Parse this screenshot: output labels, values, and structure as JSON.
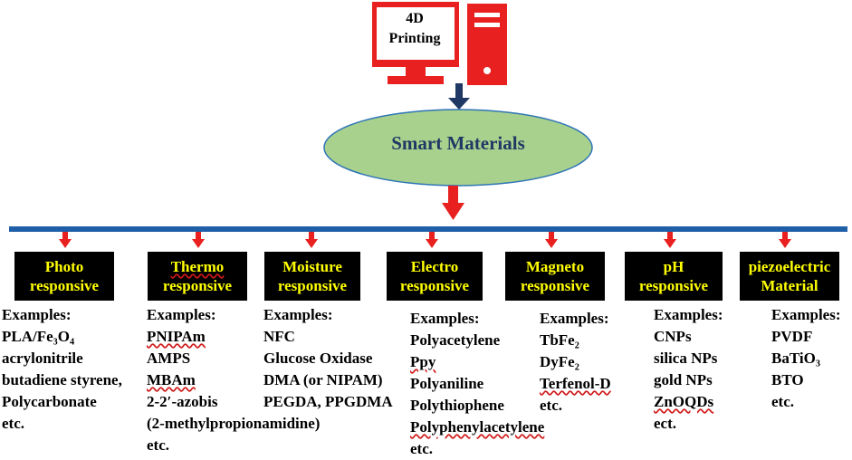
{
  "computer": {
    "line1": "4D",
    "line2": "Printing"
  },
  "center": {
    "label": "Smart Materials"
  },
  "colors": {
    "red": "#e8201f",
    "navy": "#1f3864",
    "bar": "#1f5fa8",
    "ellipse_fill": "#a9d18e",
    "box_fill": "#000000",
    "box_text": "#ffff00"
  },
  "categories": [
    {
      "line1": "Photo",
      "line2": "responsive",
      "examples": [
        "Examples:",
        "PLA/Fe₃O₄",
        "acrylonitrile",
        "butadiene styrene,",
        "Polycarbonate",
        "etc."
      ]
    },
    {
      "line1": "Thermo",
      "line2": "responsive",
      "examples": [
        "Examples:",
        "PNIPAm",
        "AMPS",
        "MBAm",
        "2-2′-azobis",
        "(2-methylpropionamidine)",
        "etc."
      ]
    },
    {
      "line1": "Moisture",
      "line2": "responsive",
      "examples": [
        "Examples:",
        "NFC",
        "Glucose Oxidase",
        "DMA (or NIPAM)",
        "PEGDA, PPGDMA"
      ]
    },
    {
      "line1": "Electro",
      "line2": "responsive",
      "examples": [
        "Examples:",
        "Polyacetylene",
        "Ppy",
        "Polyaniline",
        "Polythiophene",
        "Polyphenylacetylene",
        "etc."
      ]
    },
    {
      "line1": "Magneto",
      "line2": "responsive",
      "examples": [
        "Examples:",
        "TbFe₂",
        "DyFe₂",
        "Terfenol-D",
        "etc."
      ]
    },
    {
      "line1": "pH",
      "line2": "responsive",
      "examples": [
        "Examples:",
        "CNPs",
        "silica NPs",
        "gold NPs",
        "ZnOQDs",
        "ect."
      ]
    },
    {
      "line1": "piezoelectric",
      "line2": "Material",
      "examples": [
        "Examples:",
        "PVDF",
        "BaTiO₃",
        "BTO",
        "etc."
      ]
    }
  ]
}
